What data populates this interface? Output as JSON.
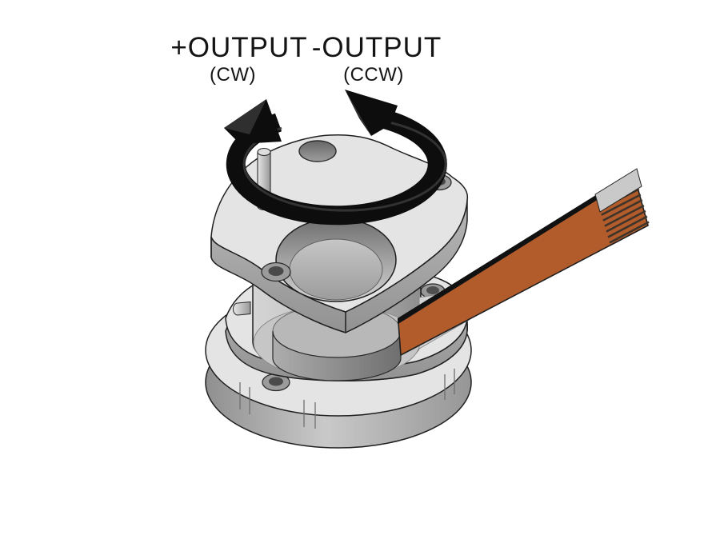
{
  "labels": {
    "plus": {
      "text": "+OUTPUT",
      "dir": "(CW)"
    },
    "minus": {
      "text": "-OUTPUT",
      "dir": "(CCW)"
    }
  },
  "colors": {
    "background": "#ffffff",
    "label_text": "#141414",
    "arrow_black": "#0d0d0d",
    "cable_orange": "#b25c2c",
    "cable_trace": "#3f3429",
    "cable_stiffener": "#c9c9c9",
    "metal_light": "#e4e4e4",
    "metal_mid": "#b2b2b2",
    "metal_dark": "#8a8a8a",
    "outline": "#1f1f1f"
  },
  "parts": [
    "bidirectional rotation arrow",
    "stop pin",
    "top mounting flange",
    "center bore",
    "mounting holes",
    "housing base flange",
    "flex cable with exposed traces"
  ]
}
